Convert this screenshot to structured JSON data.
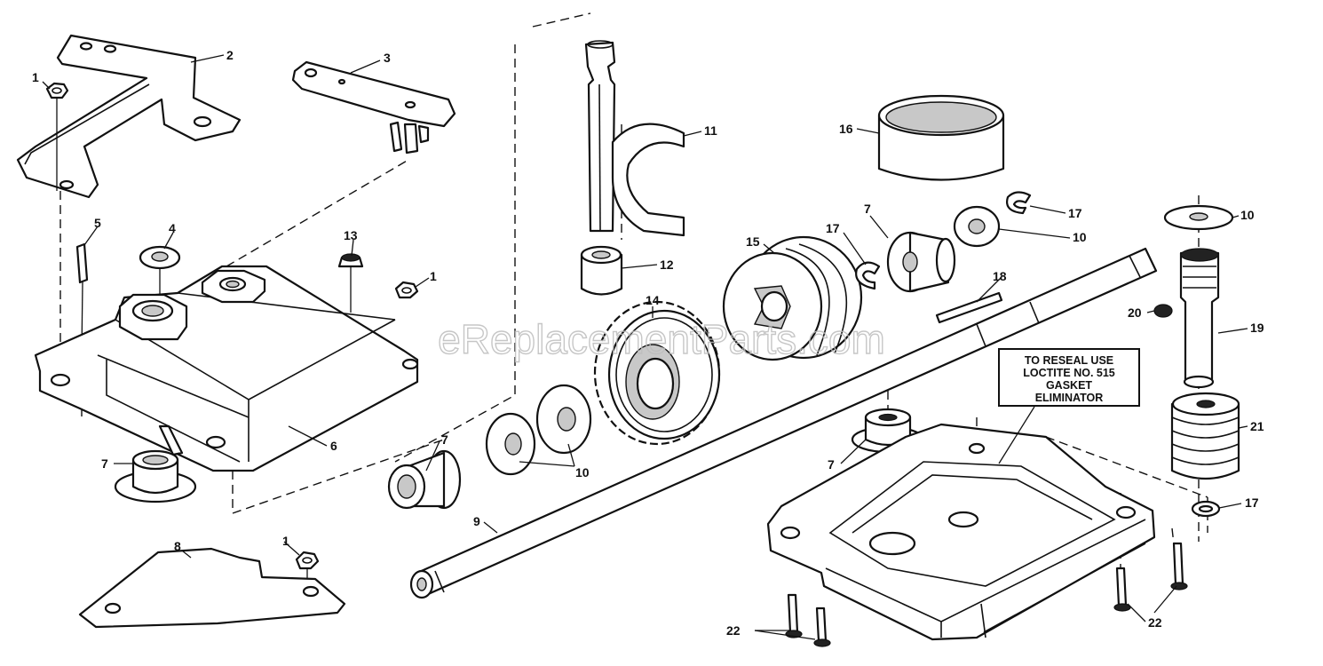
{
  "watermark": "eReplacementParts.com",
  "note": {
    "lines": [
      "TO RESEAL USE",
      "LOCTITE NO. 515",
      "GASKET",
      "ELIMINATOR"
    ]
  },
  "callouts": [
    {
      "id": "c1a",
      "text": "1"
    },
    {
      "id": "c2",
      "text": "2"
    },
    {
      "id": "c3",
      "text": "3"
    },
    {
      "id": "c4",
      "text": "4"
    },
    {
      "id": "c5",
      "text": "5"
    },
    {
      "id": "c13",
      "text": "13"
    },
    {
      "id": "c1b",
      "text": "1"
    },
    {
      "id": "c6",
      "text": "6"
    },
    {
      "id": "c7a",
      "text": "7"
    },
    {
      "id": "c8",
      "text": "8"
    },
    {
      "id": "c1c",
      "text": "1"
    },
    {
      "id": "c11",
      "text": "11"
    },
    {
      "id": "c12",
      "text": "12"
    },
    {
      "id": "c14",
      "text": "14"
    },
    {
      "id": "c7b",
      "text": "7"
    },
    {
      "id": "c10a",
      "text": "10"
    },
    {
      "id": "c9",
      "text": "9"
    },
    {
      "id": "c16",
      "text": "16"
    },
    {
      "id": "c7c",
      "text": "7"
    },
    {
      "id": "c17a",
      "text": "17"
    },
    {
      "id": "c17b",
      "text": "17"
    },
    {
      "id": "c10b",
      "text": "10"
    },
    {
      "id": "c15",
      "text": "15"
    },
    {
      "id": "c18",
      "text": "18"
    },
    {
      "id": "c10c",
      "text": "10"
    },
    {
      "id": "c20",
      "text": "20"
    },
    {
      "id": "c19",
      "text": "19"
    },
    {
      "id": "c21",
      "text": "21"
    },
    {
      "id": "c17c",
      "text": "17"
    },
    {
      "id": "c7d",
      "text": "7"
    },
    {
      "id": "c22a",
      "text": "22"
    },
    {
      "id": "c22b",
      "text": "22"
    }
  ]
}
